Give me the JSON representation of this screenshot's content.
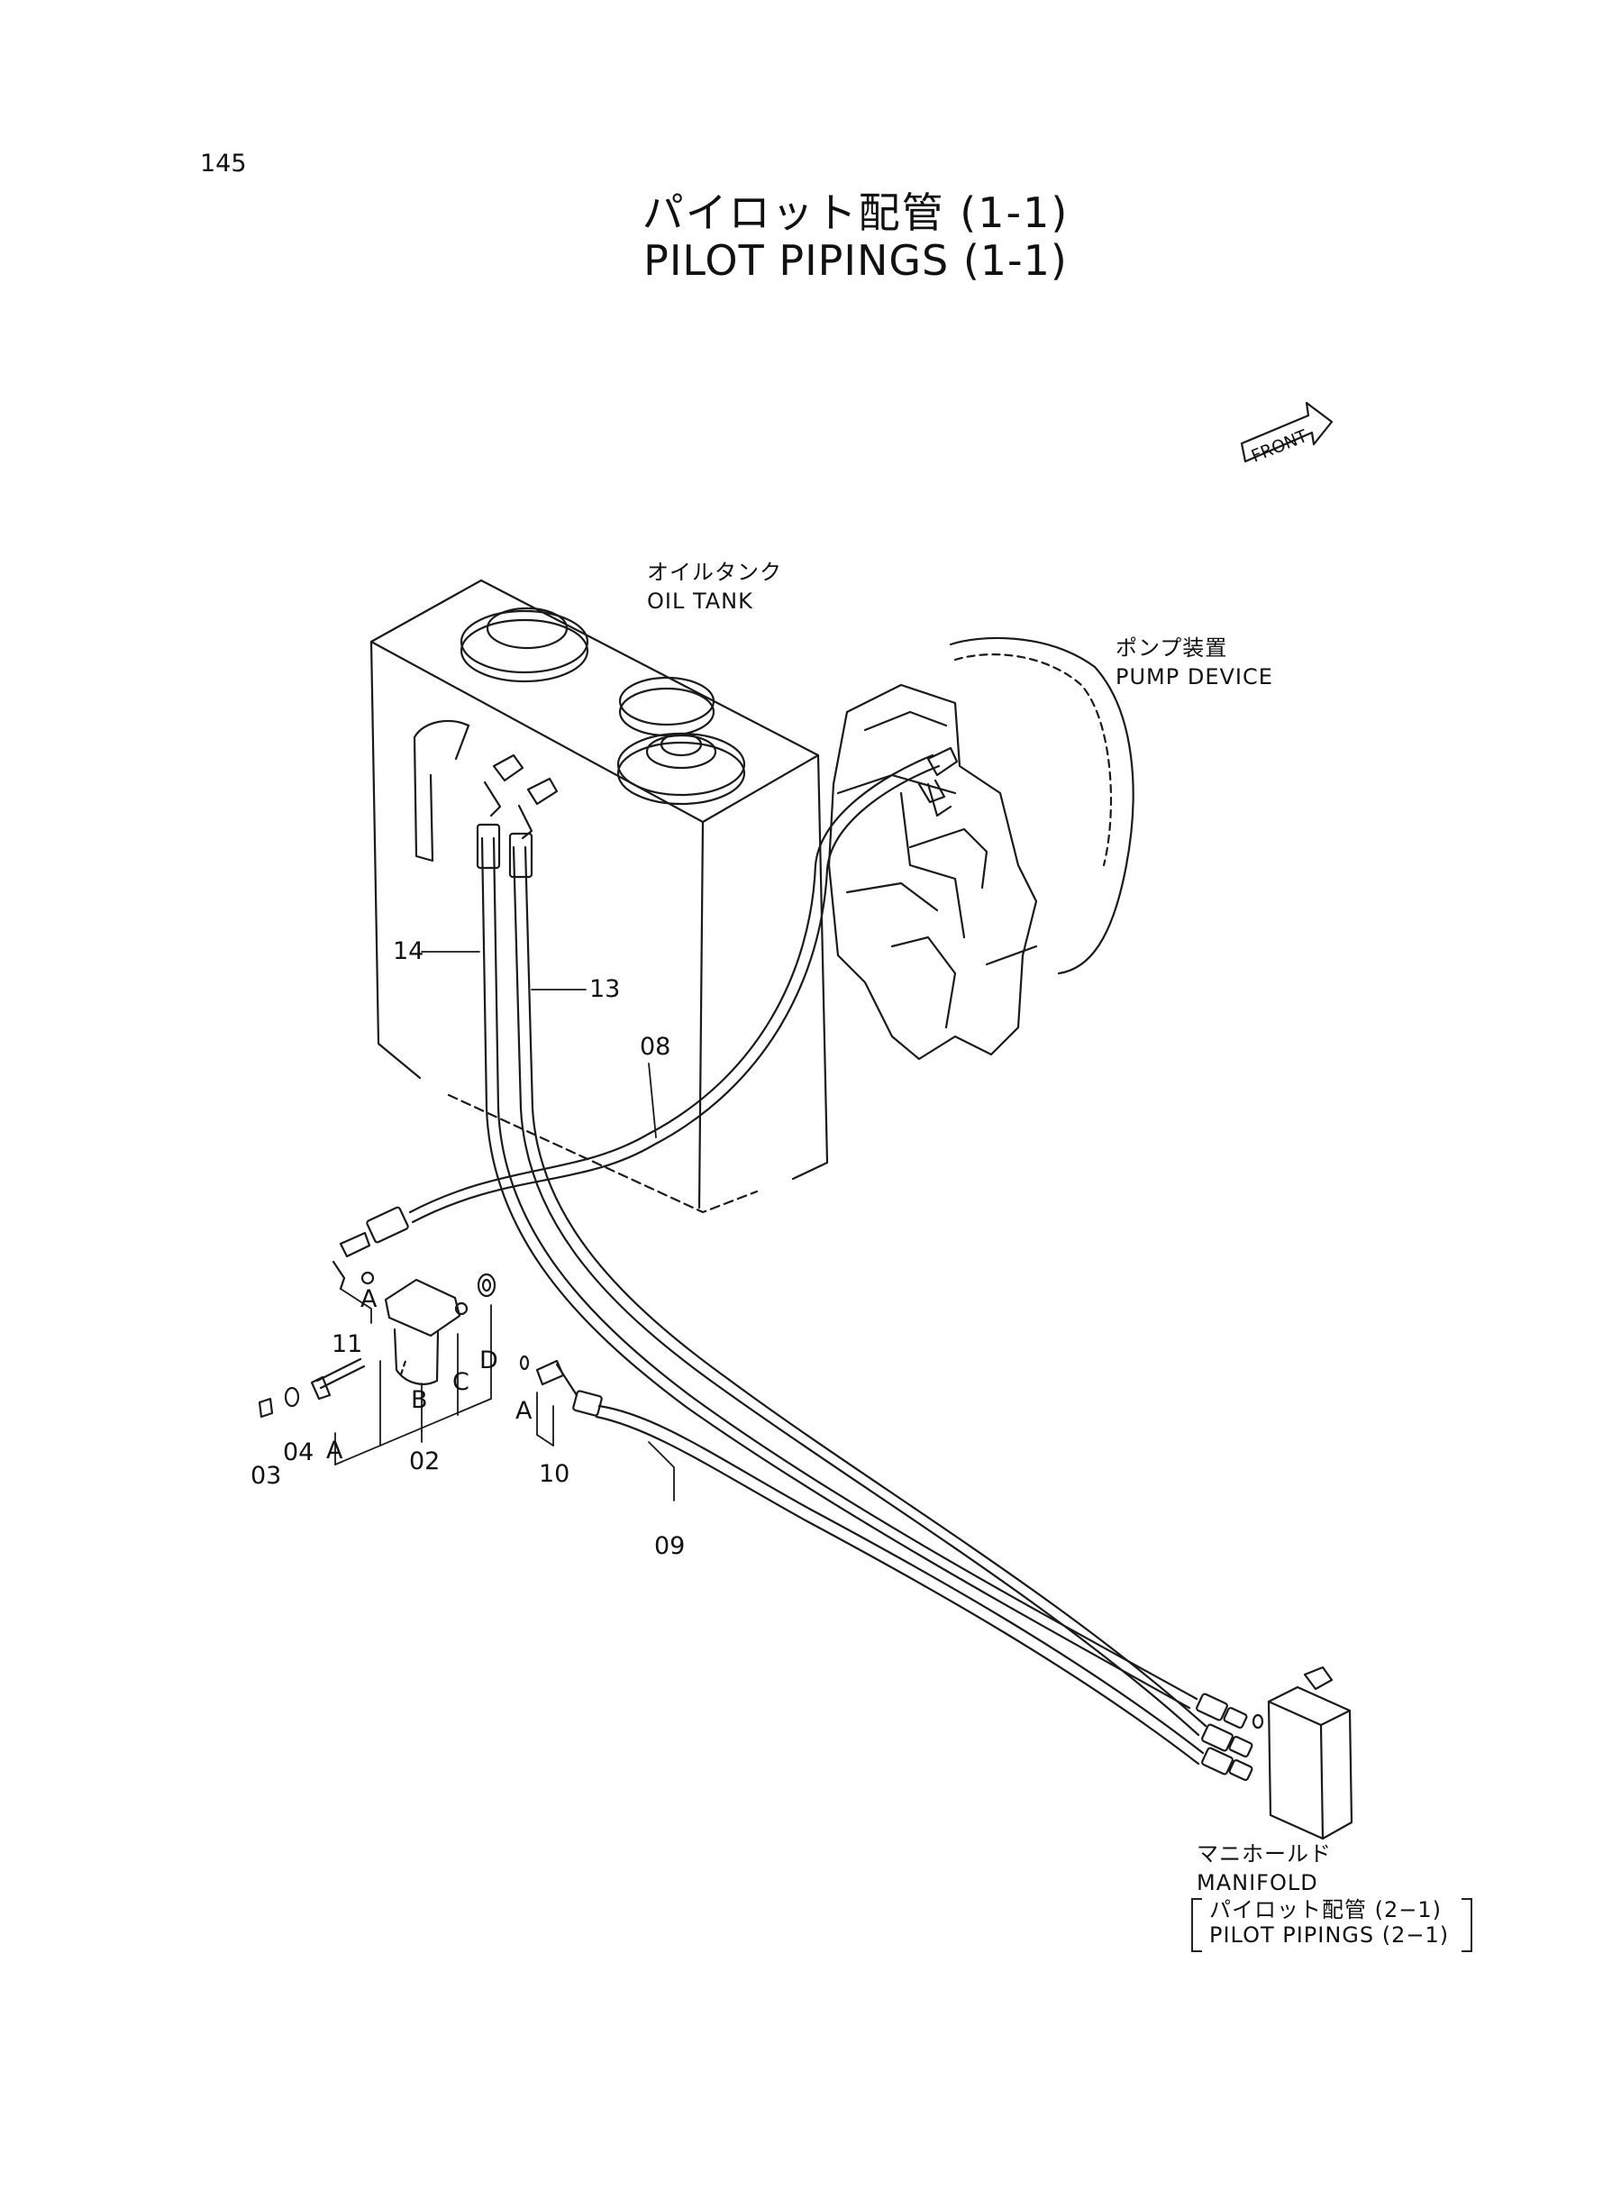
{
  "page_number": "145",
  "title": {
    "jp": "パイロット配管 (1-1)",
    "en": "PILOT  PIPINGS (1-1)"
  },
  "front_label": "FRONT",
  "components": {
    "oil_tank": {
      "jp": "オイルタンク",
      "en": "OIL TANK"
    },
    "pump_device": {
      "jp": "ポンプ装置",
      "en": "PUMP DEVICE"
    },
    "manifold": {
      "jp": "マニホールド",
      "en": "MANIFOLD"
    },
    "reference": {
      "jp": "パイロット配管 (2−1)",
      "en": "PILOT PIPINGS (2−1)"
    }
  },
  "part_numbers": {
    "p02": "02",
    "p03": "03",
    "p04": "04",
    "p08": "08",
    "p09": "09",
    "p10": "10",
    "p11": "11",
    "p13": "13",
    "p14": "14"
  },
  "sub_letters": {
    "a1": "A",
    "a2": "A",
    "a3": "A",
    "b": "B",
    "c": "C",
    "d": "D"
  }
}
